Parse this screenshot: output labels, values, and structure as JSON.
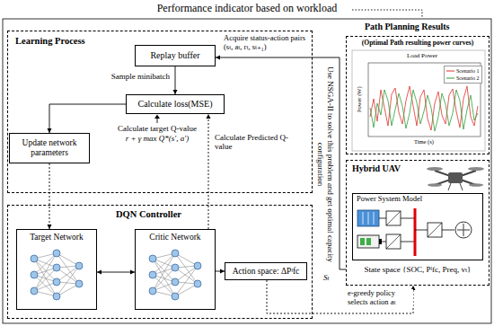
{
  "diagram": {
    "title": "Performance indicator based on workload",
    "nodes": [
      {
        "text": [
          "Learning Process"
        ]
      },
      {
        "text": [
          "Replay buffer"
        ],
        "in": 0
      },
      {
        "text": [
          "Calculate loss(MSE)"
        ],
        "in": 0
      },
      {
        "text": [
          "Update network parameters"
        ],
        "in": 0
      },
      {
        "text": [
          "DQN Controller"
        ]
      },
      {
        "text": [
          "Target Network"
        ],
        "in": 4
      },
      {
        "text": [
          "Critic Network"
        ],
        "in": 4
      },
      {
        "text": [
          "Action space: ΔPˡfc"
        ],
        "in": 4
      },
      {
        "text": [
          "Path Planning Results",
          "(Optimal Path resulting power curves)"
        ]
      },
      {
        "text": [
          "Hybrid UAV"
        ]
      },
      {
        "text": [
          "Power System Model"
        ],
        "in": 9
      }
    ],
    "edges": [
      {
        "from": 1,
        "to": 2,
        "arrow": "to",
        "label": "Sample minibatch"
      },
      {
        "from": 2,
        "to": 3,
        "arrow": "to"
      },
      {
        "from": 3,
        "to": 5,
        "arrow": "to"
      },
      {
        "from": 5,
        "to": 6,
        "arrow": "both"
      },
      {
        "from": 6,
        "to": 7,
        "arrow": "to"
      },
      {
        "from": 6,
        "to": 2,
        "arrow": "to",
        "label": "Calculate Predicted Q-value"
      },
      {
        "from": 9,
        "to": 1,
        "arrow": "to",
        "label": "Acquire status-action pairs (sₜ, aₜ, rₜ, sₜ₊₁)"
      },
      {
        "from": 7,
        "to": 9,
        "arrow": "to",
        "label": "e-greedy policy selects action aₜ"
      }
    ],
    "labels": [
      "Calculate target Q-value",
      "r + γ max Q*(s′, a′)",
      "Use NSGA-II to solve this problem and get optimal capacity configuration",
      "Load Power",
      "Power (W)",
      "Time (s)",
      "State space {SOC, Pˡfc, Preq, vₜ}",
      "Sₜ"
    ],
    "legend": [
      {
        "text": "Scenario 1"
      },
      {
        "text": "Scenario 2"
      }
    ]
  }
}
